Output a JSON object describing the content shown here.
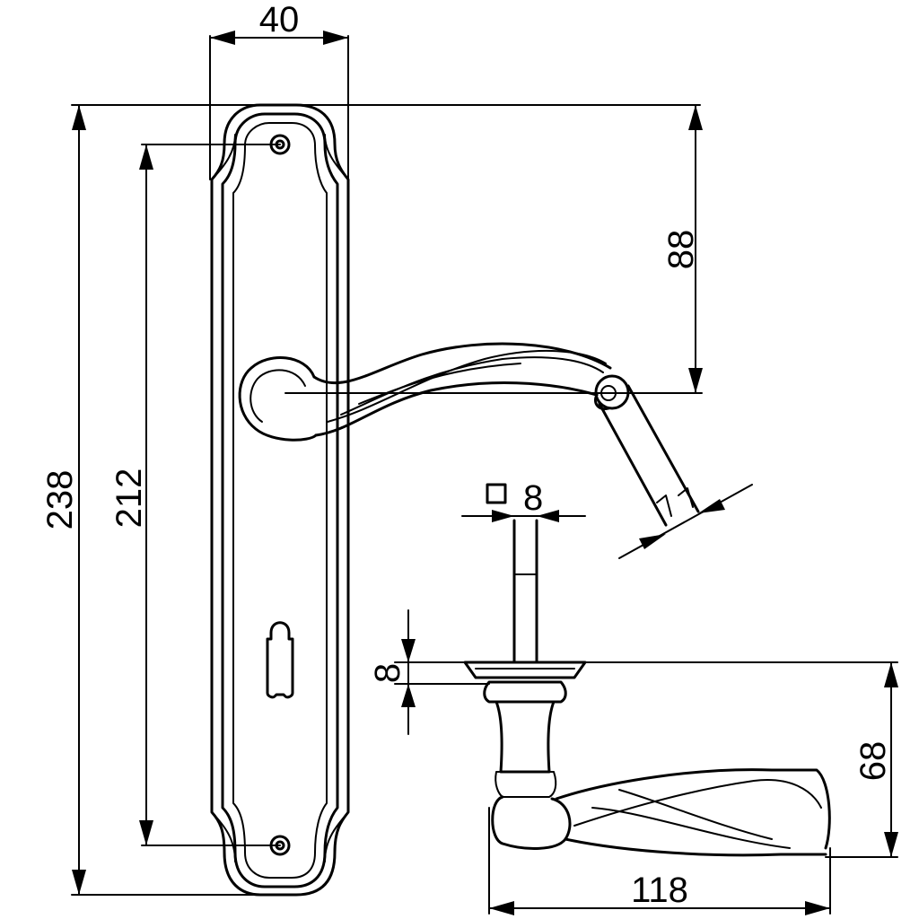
{
  "dimensions": {
    "plate_width": "40",
    "total_height": "238",
    "screw_spacing": "212",
    "handle_offset": "88",
    "spindle_size": "8",
    "rose_thickness": "8",
    "handle_projection": "68",
    "handle_length": "118"
  },
  "colors": {
    "line": "#000000",
    "background": "#ffffff"
  }
}
